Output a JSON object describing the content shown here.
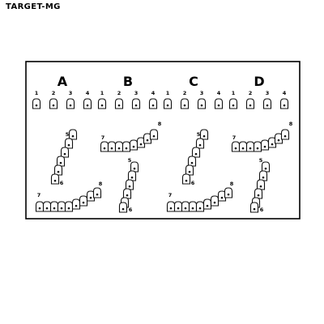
{
  "brand": {
    "label": "TARGET-MG"
  },
  "board": {
    "groups": [
      {
        "letter": "A",
        "key_labels": [
          "1",
          "2",
          "3",
          "4"
        ],
        "label_top": "5",
        "label_mid": "6",
        "label_left": "7",
        "label_right": "8"
      },
      {
        "letter": "B",
        "key_labels": [
          "1",
          "2",
          "3",
          "4"
        ],
        "label_top": "8",
        "label_mid": "5",
        "label_left": "7",
        "label_right": "6"
      },
      {
        "letter": "C",
        "key_labels": [
          "1",
          "2",
          "3",
          "4"
        ],
        "label_top": "5",
        "label_mid": "6",
        "label_left": "7",
        "label_right": "8"
      },
      {
        "letter": "D",
        "key_labels": [
          "1",
          "2",
          "3",
          "4"
        ],
        "label_top": "8",
        "label_mid": "5",
        "label_left": "7",
        "label_right": "6"
      }
    ]
  }
}
